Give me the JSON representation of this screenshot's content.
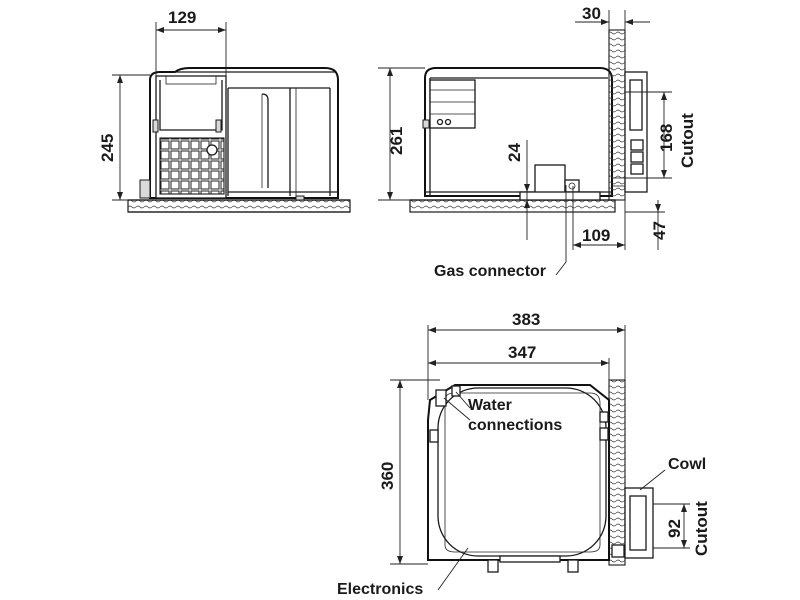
{
  "front_view": {
    "width_label": "129",
    "height_label": "245"
  },
  "side_view": {
    "height_label": "261",
    "inner_label": "24",
    "offset_label": "109",
    "wall_label": "30",
    "cutout_label": "168",
    "cutout_word": "Cutout",
    "bottom_label": "47",
    "gas_label": "Gas connector"
  },
  "top_view": {
    "outer_label": "383",
    "inner_label": "347",
    "depth_label": "360",
    "water_label_line1": "Water",
    "water_label_line2": "connections",
    "cowl_label": "Cowl",
    "cutout_label": "92",
    "cutout_word": "Cutout",
    "electronics_label": "Electronics"
  }
}
